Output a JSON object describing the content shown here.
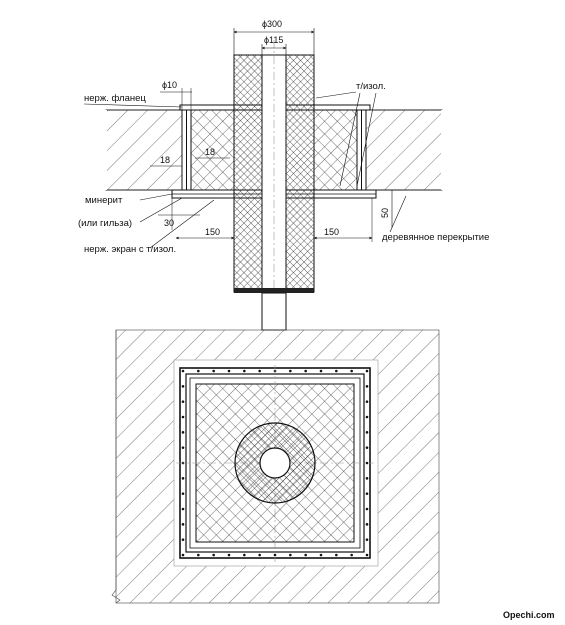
{
  "labels": {
    "flange": "нерж. фланец",
    "insulation": "т/изол.",
    "minerite": "минерит",
    "sleeve": "(или гильза)",
    "screen": "нерж. экран с т/изол.",
    "ceiling": "деревянное перекрытие"
  },
  "dimensions": {
    "outer_diameter": "ϕ300",
    "inner_diameter": "ϕ115",
    "rod": "ϕ10",
    "gap_left": "18",
    "gap_right": "18",
    "offset": "30",
    "clearance_left": "150",
    "clearance_right": "150",
    "thickness": "50"
  },
  "watermark": "Opechi.com"
}
